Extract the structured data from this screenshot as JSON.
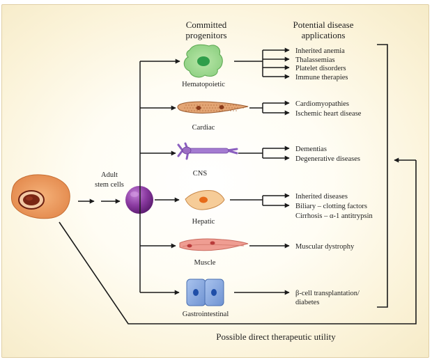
{
  "headers": {
    "committed_line1": "Committed",
    "committed_line2": "progenitors",
    "potential_line1": "Potential disease",
    "potential_line2": "applications"
  },
  "source": {
    "adult_line1": "Adult",
    "adult_line2": "stem cells"
  },
  "progenitors": [
    {
      "label": "Hematopoietic",
      "applications": [
        "Inherited anemia",
        "Thalassemias",
        "Platelet disorders",
        "Immune therapies"
      ]
    },
    {
      "label": "Cardiac",
      "applications": [
        "Cardiomyopathies",
        "Ischemic heart disease"
      ]
    },
    {
      "label": "CNS",
      "applications": [
        "Dementias",
        "Degenerative diseases"
      ]
    },
    {
      "label": "Hepatic",
      "applications": [
        "Inherited diseases",
        "Biliary – clotting factors",
        "Cirrhosis – α-1 antitrypsin"
      ]
    },
    {
      "label": "Muscle",
      "applications": [
        "Muscular dystrophy"
      ]
    },
    {
      "label": "Gastrointestinal",
      "applications": [
        "β-cell transplantation/",
        "diabetes"
      ]
    }
  ],
  "footer": "Possible direct therapeutic utility",
  "colors": {
    "line": "#1a1a1a",
    "stem_cell": "#7a2a8e",
    "tissue_cell": "#ea9a5e",
    "hematopoietic": "#7fc97a",
    "cardiac": "#c98a5a",
    "cns": "#9c6fc4",
    "hepatic": "#f4c28c",
    "muscle": "#e9a6a0",
    "gastrointestinal": "#7da3dc"
  }
}
